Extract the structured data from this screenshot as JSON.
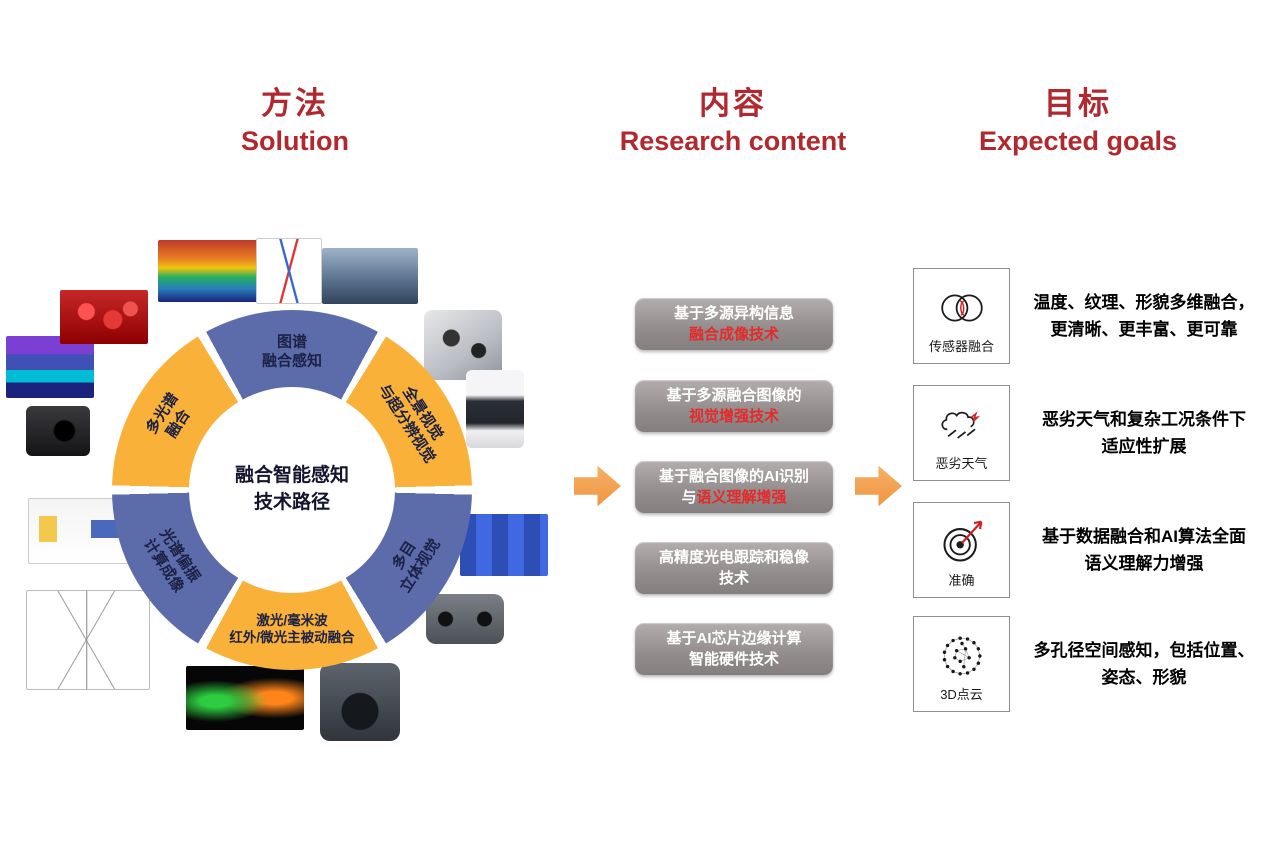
{
  "headers": {
    "solution": {
      "zh": "方法",
      "en": "Solution"
    },
    "content": {
      "zh": "内容",
      "en": "Research content"
    },
    "goals": {
      "zh": "目标",
      "en": "Expected goals"
    }
  },
  "solution": {
    "center_line1": "融合智能感知",
    "center_line2": "技术路径",
    "segments": [
      {
        "line1": "图谱",
        "line2": "融合感知",
        "color": "#5c6cab"
      },
      {
        "line1": "全景视觉",
        "line2": "与超分辨视觉",
        "color": "#f9b13a"
      },
      {
        "line1": "多目",
        "line2": "立体视觉",
        "color": "#5c6cab"
      },
      {
        "line1": "激光/毫米波",
        "line2": "红外/微光主被动融合",
        "color": "#f9b13a"
      },
      {
        "line1": "光谱偏振",
        "line2": "计算成像",
        "color": "#5c6cab"
      },
      {
        "line1": "多光谱",
        "line2": "融合",
        "color": "#f9b13a"
      }
    ],
    "thumbnails": [
      "spectral-cube-image",
      "spectra-chart-image",
      "pipeline-panorama-image",
      "multi-camera-cube-image",
      "ptz-camera-image",
      "stereo-blocks-image",
      "stereo-camera-image",
      "gimbal-camera-image",
      "thermal-images",
      "optical-path-diagram",
      "spectrometer-diagram",
      "black-camera-image",
      "spectral-layers-image",
      "red-berries-image"
    ]
  },
  "content": {
    "boxes": [
      {
        "line1": "基于多源异构信息",
        "line2_white": "",
        "line2_red": "融合成像技术"
      },
      {
        "line1": "基于多源融合图像的",
        "line2_white": "",
        "line2_red": "视觉增强技术"
      },
      {
        "line1": "基于融合图像的AI识别",
        "line2_white": "与",
        "line2_red": "语义理解增强"
      },
      {
        "line1": "高精度光电跟踪和稳像",
        "line2_white": "技术",
        "line2_red": ""
      },
      {
        "line1": "基于AI芯片边缘计算",
        "line2_white": "智能硬件技术",
        "line2_red": ""
      }
    ]
  },
  "goals": {
    "items": [
      {
        "icon": "venn-circles-icon",
        "label": "传感器融合",
        "desc1": "温度、纹理、形貌多维融合，",
        "desc2": "更清晰、更丰富、更可靠"
      },
      {
        "icon": "storm-weather-icon",
        "label": "恶劣天气",
        "desc1": "恶劣天气和复杂工况条件下",
        "desc2": "适应性扩展"
      },
      {
        "icon": "target-dart-icon",
        "label": "准确",
        "desc1": "基于数据融合和AI算法全面",
        "desc2": "语义理解力增强"
      },
      {
        "icon": "point-cloud-icon",
        "label": "3D点云",
        "desc1": "多孔径空间感知，包括位置、",
        "desc2": "姿态、形貌"
      }
    ]
  },
  "colors": {
    "header_red": "#b2282f",
    "segment_blue": "#5c6cab",
    "segment_yellow": "#f9b13a",
    "arrow_orange": "#f09a45",
    "box_gray": "#938c8c",
    "box_red_text": "#e42a2a"
  }
}
